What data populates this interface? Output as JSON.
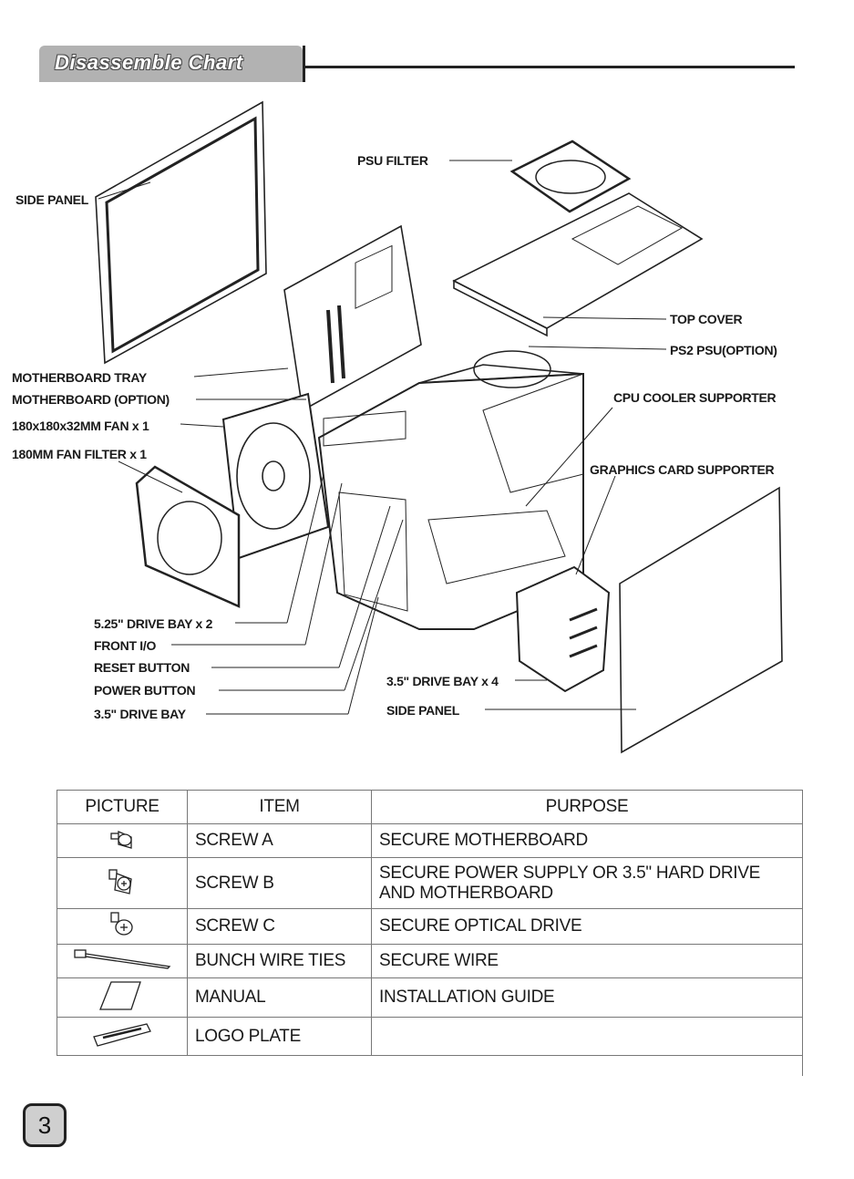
{
  "header": {
    "title": "Disassemble Chart"
  },
  "labels": {
    "psu_filter": "PSU FILTER",
    "side_panel_left": "SIDE PANEL",
    "top_cover": "TOP COVER",
    "ps2_psu": "PS2 PSU(OPTION)",
    "motherboard_tray": "MOTHERBOARD TRAY",
    "motherboard": "MOTHERBOARD (OPTION)",
    "cpu_cooler_supporter": "CPU COOLER SUPPORTER",
    "fan": "180x180x32MM FAN x 1",
    "fan_filter": "180MM FAN FILTER x 1",
    "graphics_card_supporter": "GRAPHICS CARD SUPPORTER",
    "drive_bay_525": "5.25\" DRIVE BAY x 2",
    "front_io": "FRONT I/O",
    "reset_button": "RESET BUTTON",
    "power_button": "POWER BUTTON",
    "drive_bay_35": "3.5\" DRIVE BAY",
    "drive_bay_35_x4": "3.5\" DRIVE BAY x 4",
    "side_panel_right": "SIDE PANEL"
  },
  "table": {
    "headers": [
      "PICTURE",
      "ITEM",
      "PURPOSE"
    ],
    "rows": [
      {
        "icon": "standoff-screw-icon",
        "item": "SCREW A",
        "purpose": "SECURE MOTHERBOARD"
      },
      {
        "icon": "hex-screw-icon",
        "item": "SCREW B",
        "purpose": "SECURE POWER SUPPLY OR 3.5\" HARD DRIVE AND MOTHERBOARD"
      },
      {
        "icon": "phillips-screw-icon",
        "item": "SCREW C",
        "purpose": "SECURE OPTICAL DRIVE"
      },
      {
        "icon": "cable-tie-icon",
        "item": "BUNCH WIRE TIES",
        "purpose": "SECURE WIRE"
      },
      {
        "icon": "manual-icon",
        "item": "MANUAL",
        "purpose": "INSTALLATION GUIDE"
      },
      {
        "icon": "logo-plate-icon",
        "item": "LOGO PLATE",
        "purpose": ""
      }
    ]
  },
  "footer": {
    "page_number": "3"
  }
}
